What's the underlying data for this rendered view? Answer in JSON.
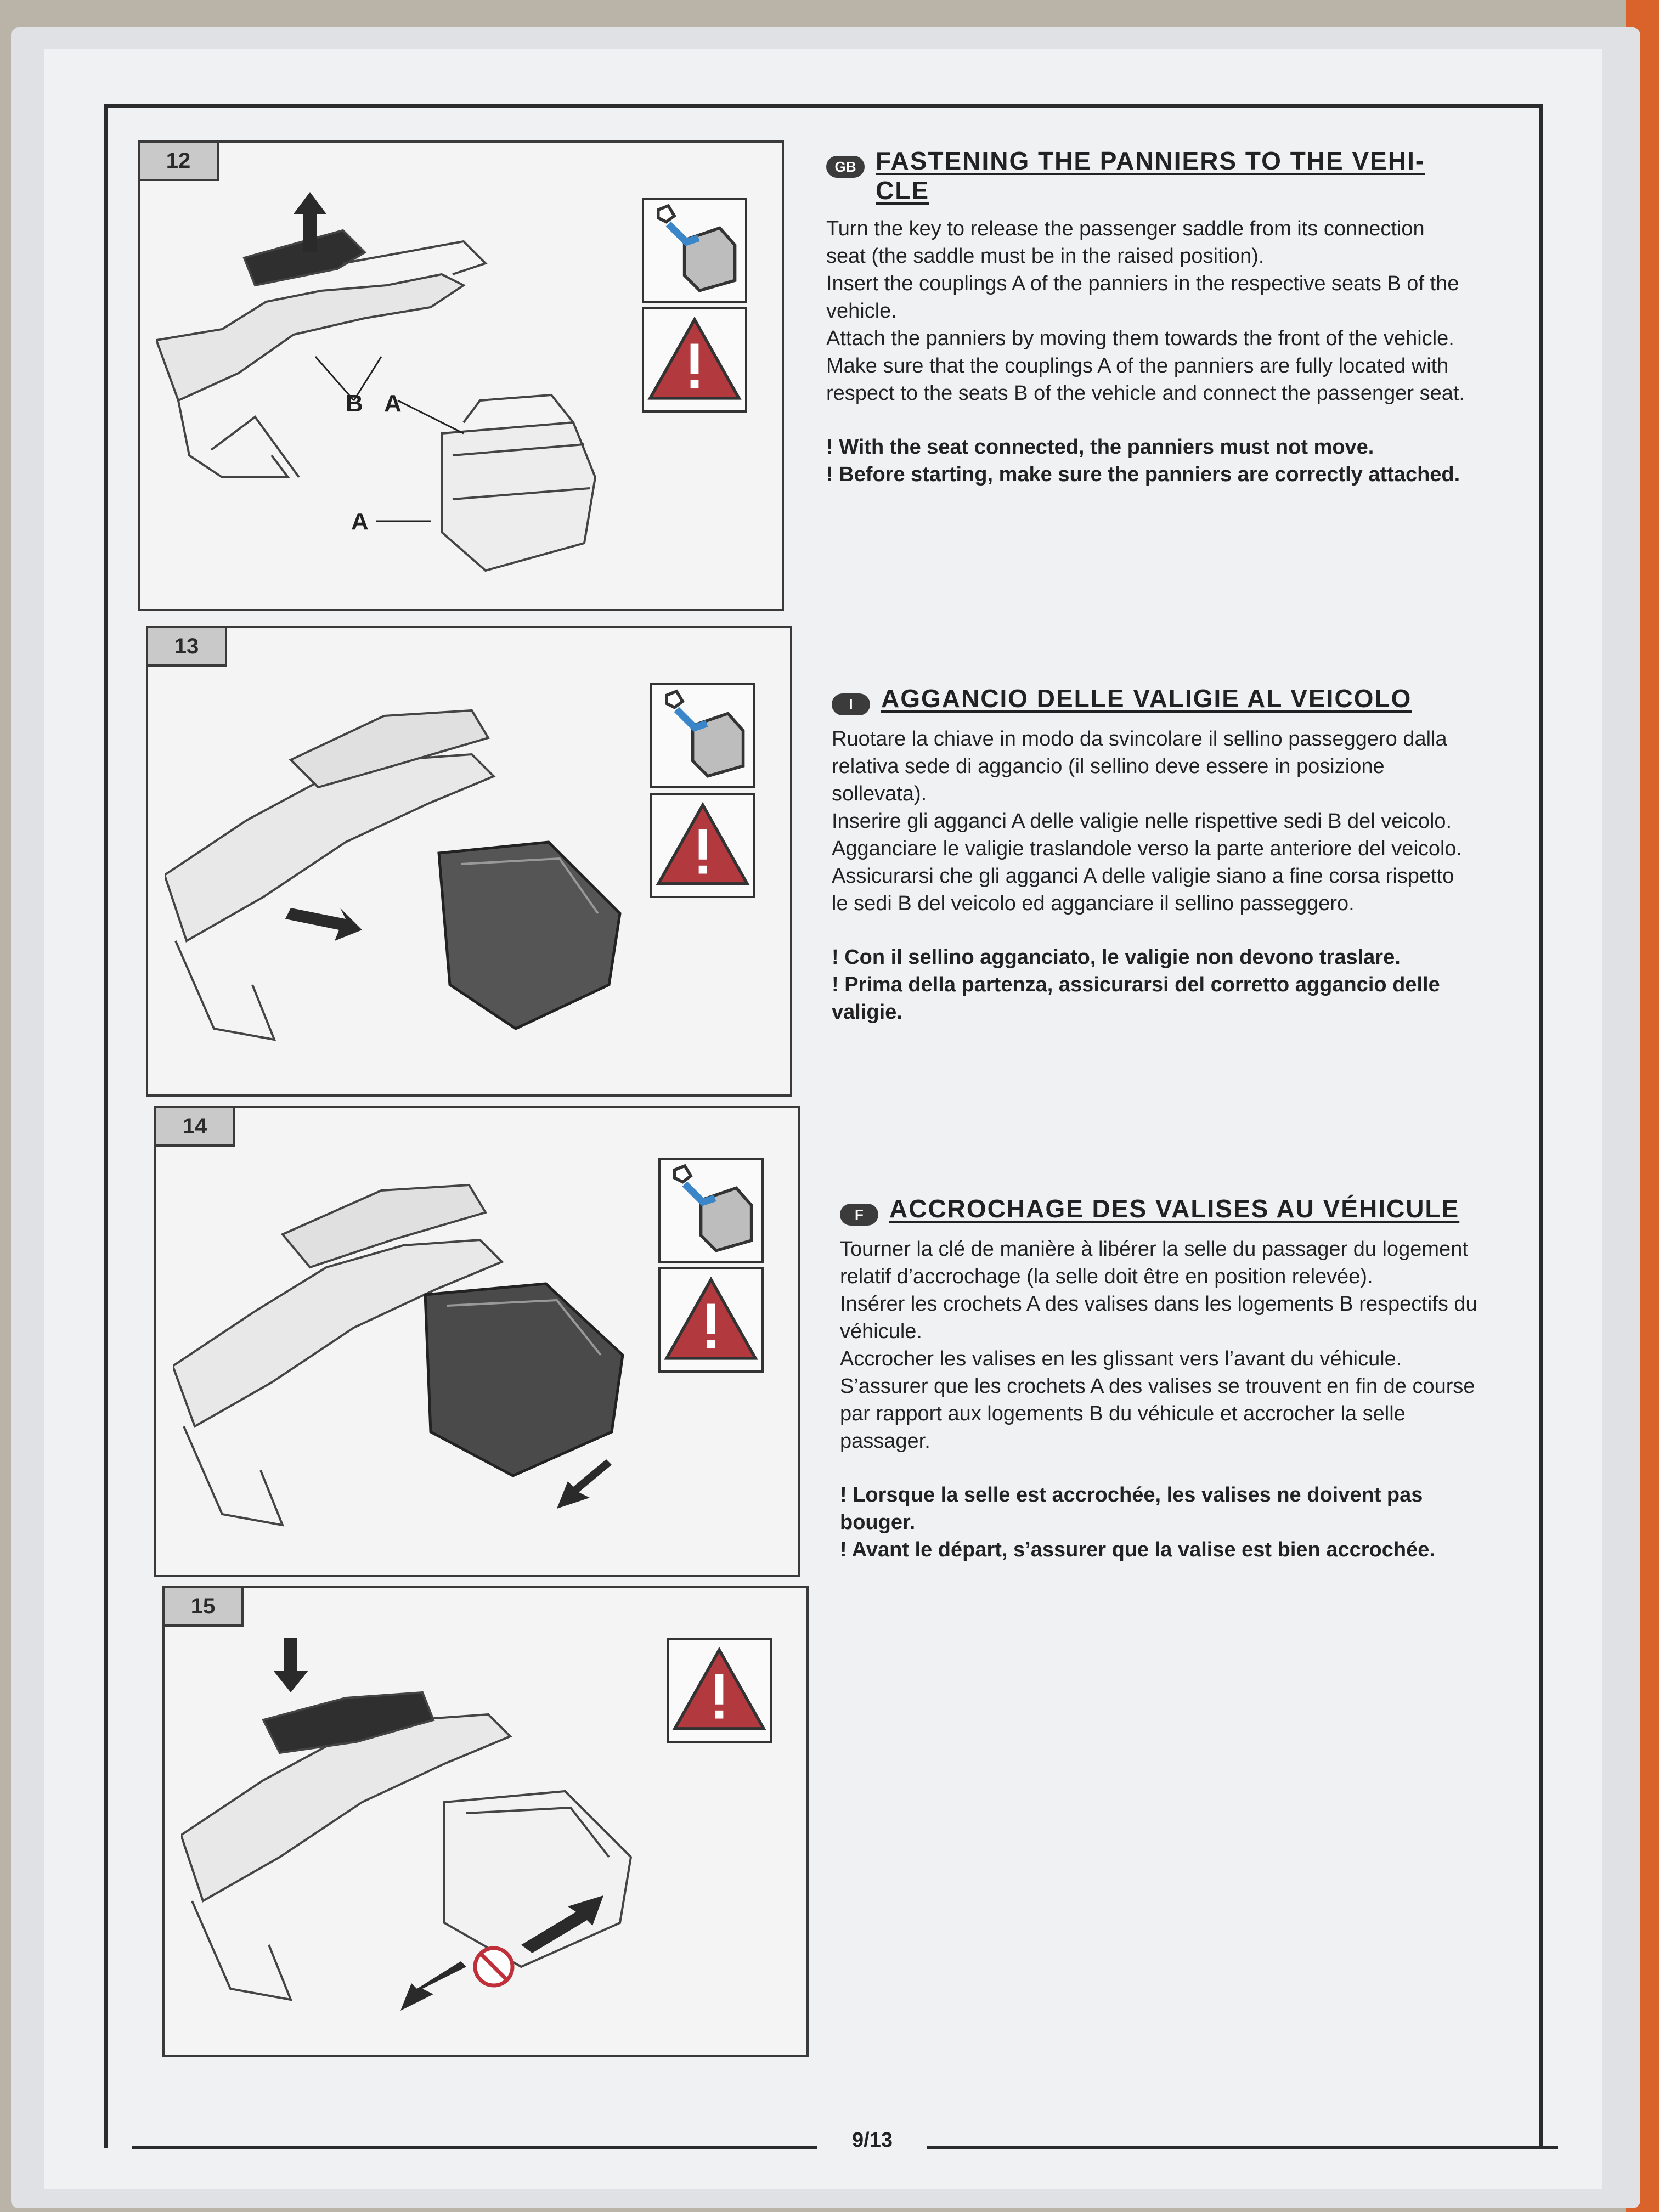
{
  "figures": [
    {
      "number": "12",
      "labels": {
        "b": "B",
        "a_top": "A",
        "a_side": "A"
      }
    },
    {
      "number": "13"
    },
    {
      "number": "14"
    },
    {
      "number": "15"
    }
  ],
  "icons": {
    "key": "key-icon",
    "warning": "warning-triangle-icon",
    "no_move": "prohibited-icon"
  },
  "sections": [
    {
      "badge": "GB",
      "title": "FASTENING THE PANNIERS TO THE VEHI-CLE",
      "body": [
        "Turn the key to release the passenger saddle from its connection seat (the saddle must be in the raised position).",
        "Insert the couplings A of the panniers in the respective seats B of the vehicle.",
        "Attach the panniers by moving them towards the front of the vehicle.",
        "Make sure that the couplings A of the panniers are fully located with respect to the seats B of the vehicle and connect the passenger seat."
      ],
      "warnings": [
        "! With the seat connected, the panniers must not move.",
        "! Before starting, make sure the panniers are correctly attached."
      ]
    },
    {
      "badge": "I",
      "title": "AGGANCIO DELLE VALIGIE AL VEICOLO",
      "body": [
        "Ruotare la chiave in modo da svincolare il sellino passeggero dalla relativa sede di aggancio (il sellino deve essere in posizione sollevata).",
        "Inserire gli agganci A delle valigie nelle rispettive sedi B del veicolo.",
        "Agganciare le valigie traslandole verso la parte anteriore del veicolo.",
        "Assicurarsi che gli agganci A delle valigie siano a fine corsa rispetto le sedi B del veicolo ed agganciare il sellino passeggero."
      ],
      "warnings": [
        "! Con il sellino agganciato, le valigie non devono traslare.",
        "! Prima della partenza, assicurarsi del corretto aggancio delle valigie."
      ]
    },
    {
      "badge": "F",
      "title": "ACCROCHAGE DES VALISES AU VÉHICULE",
      "body": [
        "Tourner la clé de manière à libérer la selle du passager du logement relatif d’accrochage (la selle doit être en position relevée).",
        "Insérer les crochets A des valises dans les logements B respectifs du véhicule.",
        "Accrocher les valises en les glissant vers l’avant du véhicule.",
        "S’assurer que les crochets A des valises se trouvent en fin de course par rapport aux logements B du véhicule et accrocher la selle passager."
      ],
      "warnings": [
        "! Lorsque la selle est accrochée, les valises ne doivent pas bouger.",
        "! Avant le départ, s’assurer que la valise est bien accrochée."
      ]
    }
  ],
  "footer": {
    "page": "9/13"
  },
  "colors": {
    "warning_red": "#b23a3e",
    "key_blue": "#3a86c8",
    "frame": "#2b2b2b"
  }
}
